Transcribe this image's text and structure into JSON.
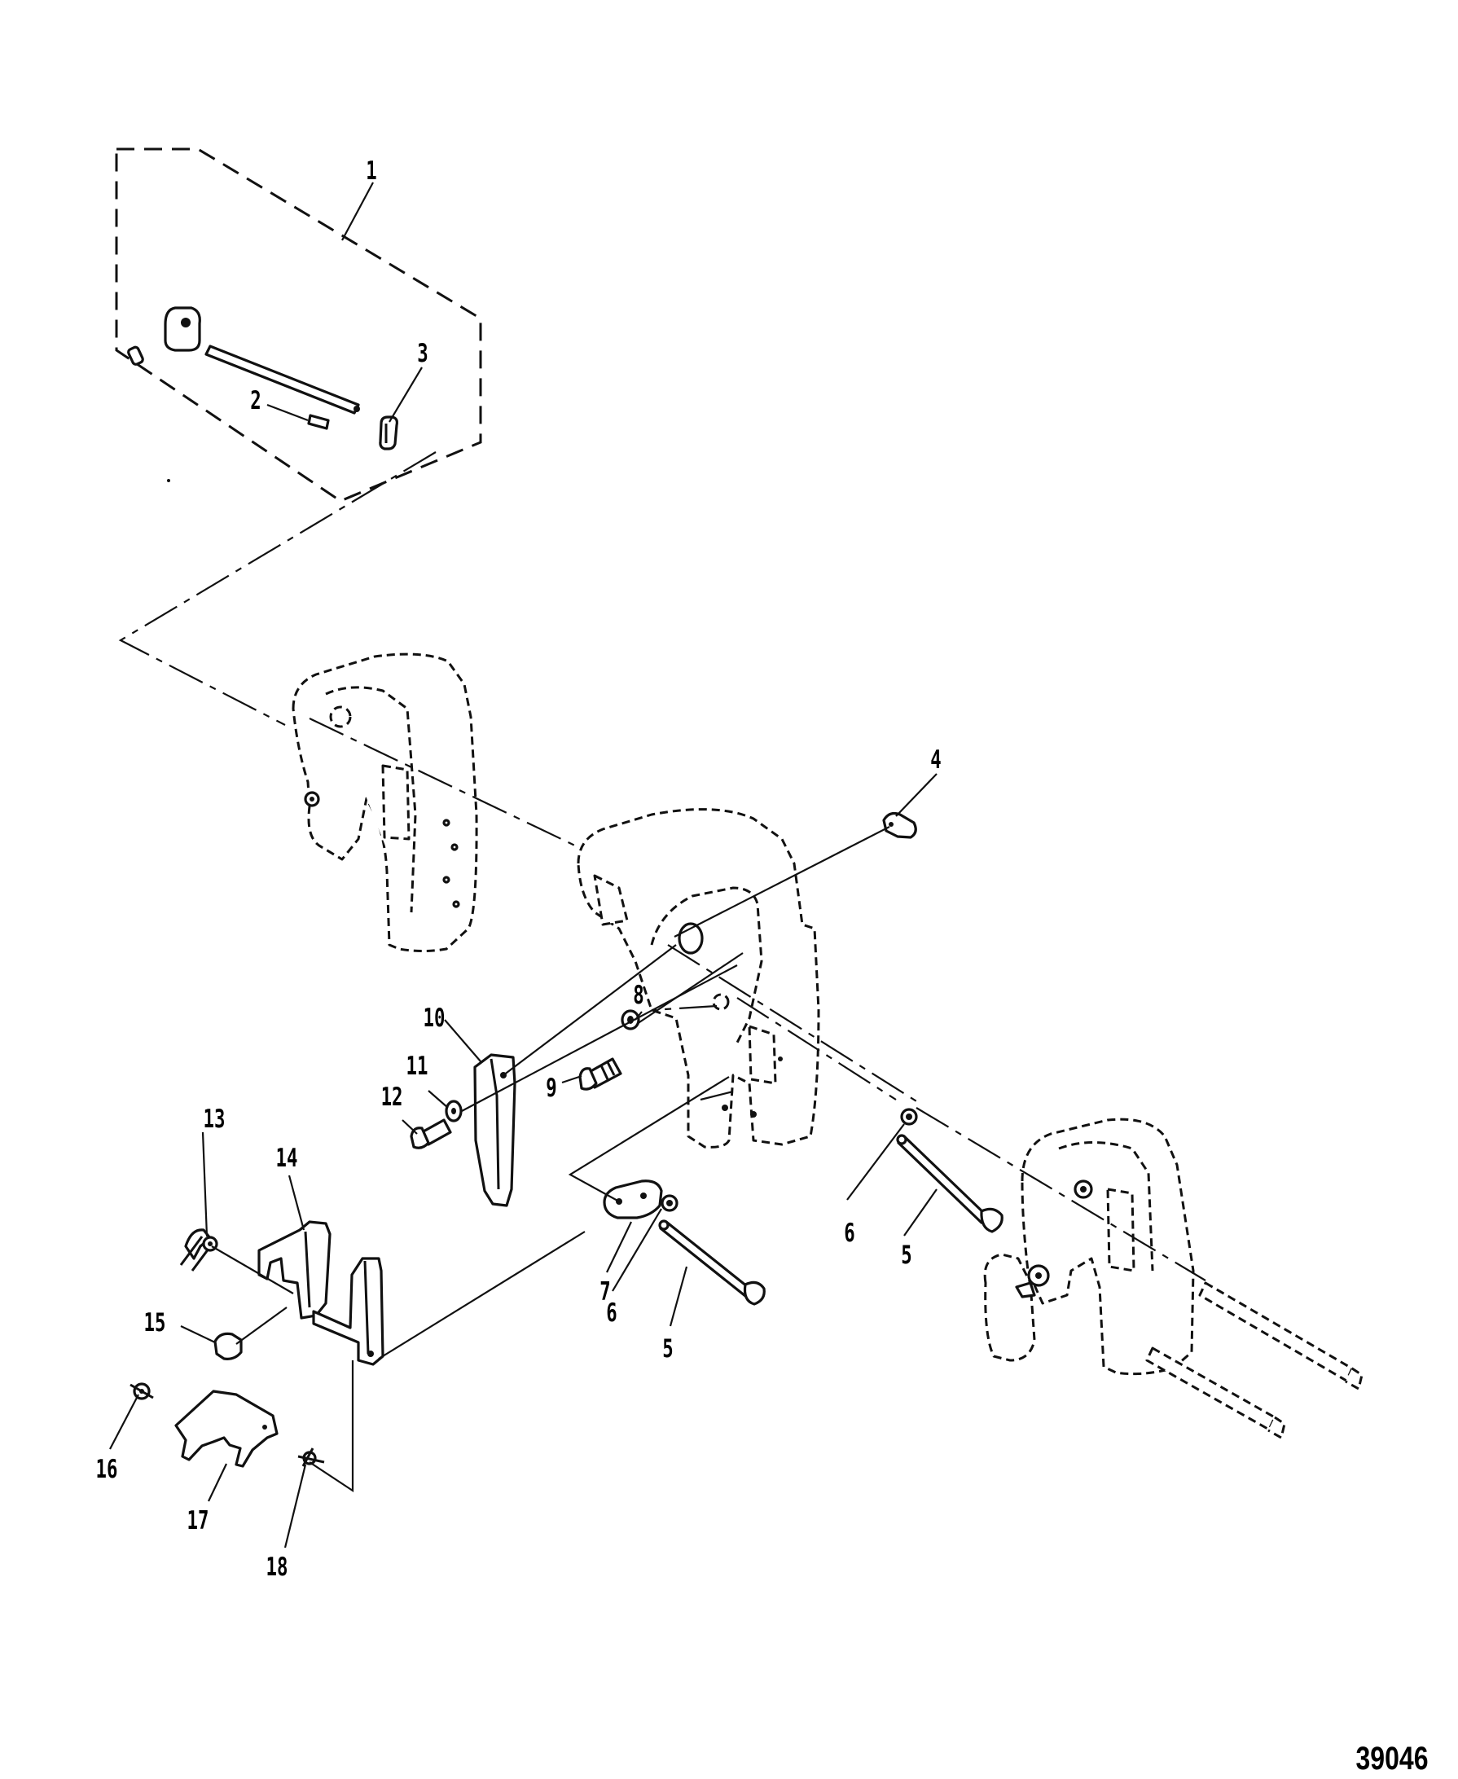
{
  "figure_number": "39046",
  "callouts": {
    "c1": "1",
    "c2": "2",
    "c3": "3",
    "c4": "4",
    "c5a": "5",
    "c5b": "5",
    "c6a": "6",
    "c6b": "6",
    "c7": "7",
    "c8": "8",
    "c9": "9",
    "c10": "10",
    "c11": "11",
    "c12": "12",
    "c13": "13",
    "c14": "14",
    "c15": "15",
    "c16": "16",
    "c17": "17",
    "c18": "18"
  }
}
